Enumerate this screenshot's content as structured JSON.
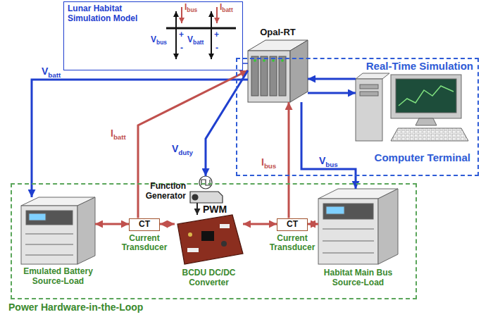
{
  "diagram": {
    "nodes": [
      {
        "text": [
          "Real-Time Simulation"
        ]
      },
      {
        "text": [
          "Opal-RT"
        ],
        "in": 0
      },
      {
        "text": [
          "Computer Terminal"
        ],
        "in": 0
      },
      {
        "text": [
          "Lunar Habitat Simulation Model"
        ]
      },
      {
        "text": [
          "Power Hardware-in-the-Loop"
        ]
      },
      {
        "text": [
          "Emulated Battery Source-Load"
        ],
        "in": 4
      },
      {
        "text": [
          "CT",
          "Current Transducer"
        ],
        "in": 4
      },
      {
        "text": [
          "Function Generator"
        ],
        "in": 4
      },
      {
        "text": [
          "BCDU DC/DC Converter"
        ],
        "in": 4
      },
      {
        "text": [
          "CT",
          "Current Transducer"
        ],
        "in": 4
      },
      {
        "text": [
          "Habitat Main Bus Source-Load"
        ],
        "in": 4
      }
    ],
    "edges": [
      {
        "from": 3,
        "to": 1,
        "arrow": "none"
      },
      {
        "from": 1,
        "to": 5,
        "label": "Vbatt",
        "arrow": "to"
      },
      {
        "from": 6,
        "to": 1,
        "label": "Ibatt",
        "arrow": "to"
      },
      {
        "from": 1,
        "to": 7,
        "label": "Vduty",
        "arrow": "to"
      },
      {
        "from": 9,
        "to": 1,
        "label": "Ibus",
        "arrow": "to"
      },
      {
        "from": 1,
        "to": 10,
        "label": "Vbus",
        "arrow": "to"
      },
      {
        "from": 2,
        "to": 1,
        "arrow": "to"
      },
      {
        "from": 1,
        "to": 2,
        "arrow": "to"
      },
      {
        "from": 5,
        "to": 6,
        "arrow": "both"
      },
      {
        "from": 6,
        "to": 8,
        "arrow": "both"
      },
      {
        "from": 8,
        "to": 9,
        "arrow": "both"
      },
      {
        "from": 9,
        "to": 10,
        "arrow": "both"
      },
      {
        "from": 7,
        "to": 8,
        "label": "PWM",
        "arrow": "to"
      }
    ],
    "labels": [
      "Ibus",
      "Ibatt",
      "Vbus",
      "+",
      "-",
      "Vbatt",
      "+",
      "-"
    ]
  }
}
